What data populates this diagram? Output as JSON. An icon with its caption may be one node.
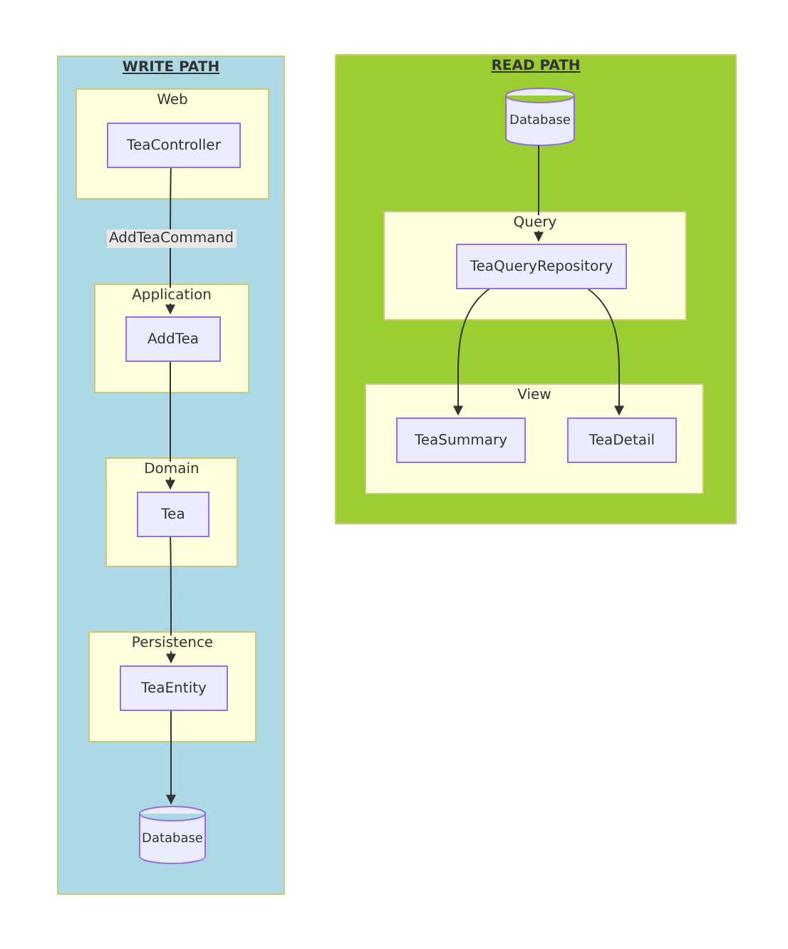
{
  "diagram": {
    "nodes": [
      {
        "text": [
          "WRITE PATH"
        ]
      },
      {
        "text": [
          "Web"
        ],
        "in": 0
      },
      {
        "text": [
          "TeaController"
        ],
        "in": 1
      },
      {
        "text": [
          "Application"
        ],
        "in": 0
      },
      {
        "text": [
          "AddTea"
        ],
        "in": 3
      },
      {
        "text": [
          "Domain"
        ],
        "in": 0
      },
      {
        "text": [
          "Tea"
        ],
        "in": 5
      },
      {
        "text": [
          "Persistence"
        ],
        "in": 0
      },
      {
        "text": [
          "TeaEntity"
        ],
        "in": 7
      },
      {
        "text": [
          "Database"
        ],
        "in": 0
      },
      {
        "text": [
          "READ PATH"
        ]
      },
      {
        "text": [
          "Database"
        ],
        "in": 10
      },
      {
        "text": [
          "Query"
        ],
        "in": 10
      },
      {
        "text": [
          "TeaQueryRepository"
        ],
        "in": 12
      },
      {
        "text": [
          "View"
        ],
        "in": 10
      },
      {
        "text": [
          "TeaSummary"
        ],
        "in": 14
      },
      {
        "text": [
          "TeaDetail"
        ],
        "in": 14
      }
    ],
    "edges": [
      {
        "from": 2,
        "to": 4,
        "arrow": "to",
        "label": "AddTeaCommand"
      },
      {
        "from": 4,
        "to": 6,
        "arrow": "to"
      },
      {
        "from": 6,
        "to": 8,
        "arrow": "to"
      },
      {
        "from": 8,
        "to": 9,
        "arrow": "to"
      },
      {
        "from": 11,
        "to": 13,
        "arrow": "to"
      },
      {
        "from": 13,
        "to": 15,
        "arrow": "to"
      },
      {
        "from": 13,
        "to": 16,
        "arrow": "to"
      }
    ]
  }
}
